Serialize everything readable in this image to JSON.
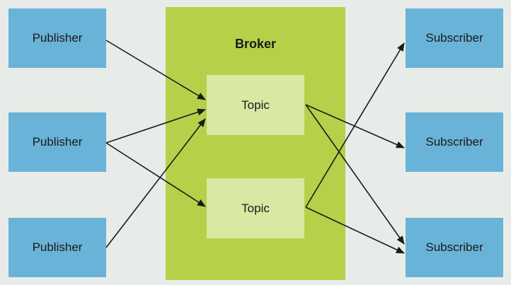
{
  "broker": {
    "title": "Broker"
  },
  "publishers": [
    "Publisher",
    "Publisher",
    "Publisher"
  ],
  "topics": [
    "Topic",
    "Topic"
  ],
  "subscribers": [
    "Subscriber",
    "Subscriber",
    "Subscriber"
  ],
  "colors": {
    "background": "#e7ece9",
    "node": "#6ab3d8",
    "broker": "#b5d14a",
    "topic": "#d9e8a3",
    "arrow": "#1a1a1a"
  },
  "connections": [
    {
      "from": "publisher-1",
      "to": "topic-1"
    },
    {
      "from": "publisher-2",
      "to": "topic-1"
    },
    {
      "from": "publisher-2",
      "to": "topic-2"
    },
    {
      "from": "publisher-3",
      "to": "topic-1"
    },
    {
      "from": "topic-1",
      "to": "subscriber-2"
    },
    {
      "from": "topic-1",
      "to": "subscriber-3"
    },
    {
      "from": "topic-2",
      "to": "subscriber-1"
    },
    {
      "from": "topic-2",
      "to": "subscriber-3"
    }
  ]
}
